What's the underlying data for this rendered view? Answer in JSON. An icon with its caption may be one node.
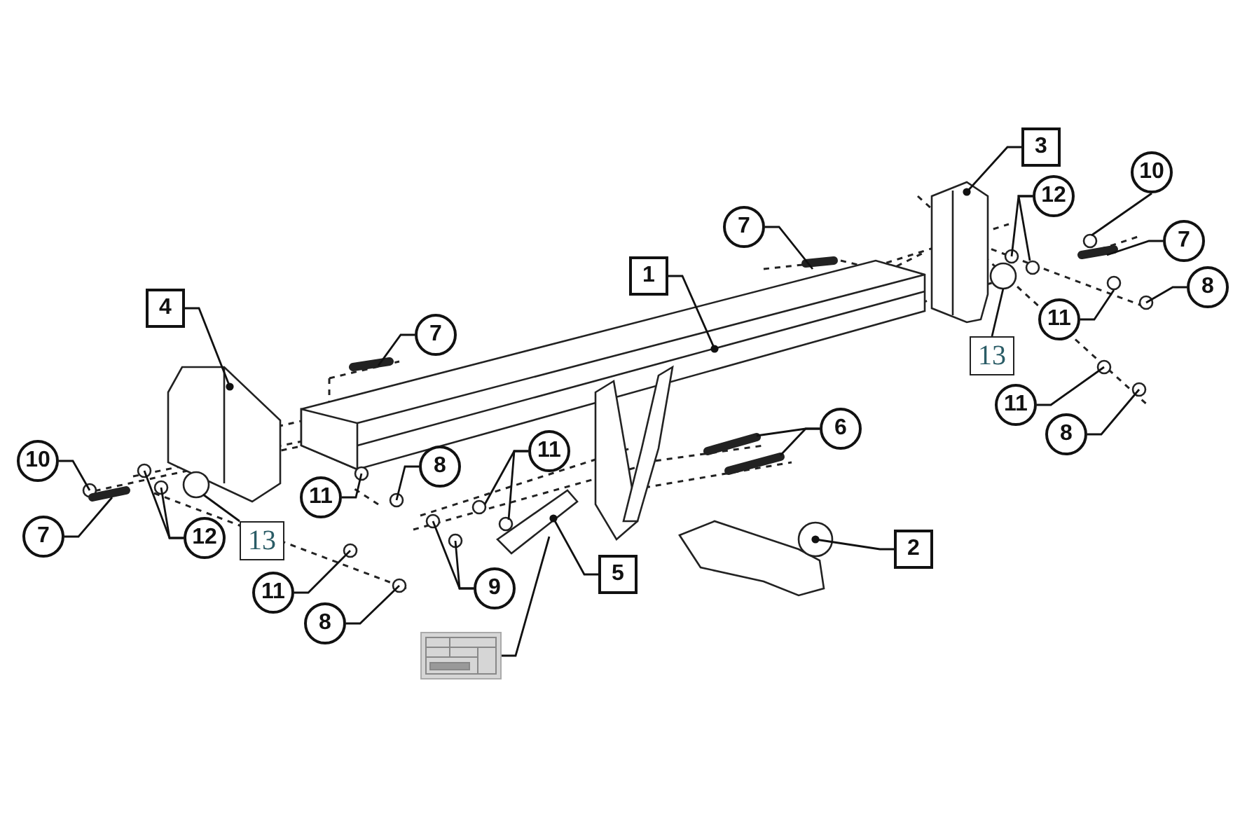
{
  "diagram": {
    "nodes": [
      {
        "text": [
          "3"
        ]
      },
      {
        "text": [
          "10"
        ]
      },
      {
        "text": [
          "12"
        ]
      },
      {
        "text": [
          "7"
        ]
      },
      {
        "text": [
          "7"
        ]
      },
      {
        "text": [
          "1"
        ]
      },
      {
        "text": [
          "8"
        ]
      },
      {
        "text": [
          "11"
        ]
      },
      {
        "text": [
          "4"
        ]
      },
      {
        "text": [
          "7"
        ]
      },
      {
        "text": [
          "13"
        ]
      },
      {
        "text": [
          "11"
        ]
      },
      {
        "text": [
          "6"
        ]
      },
      {
        "text": [
          "8"
        ]
      },
      {
        "text": [
          "11"
        ]
      },
      {
        "text": [
          "10"
        ]
      },
      {
        "text": [
          "8"
        ]
      },
      {
        "text": [
          "11"
        ]
      },
      {
        "text": [
          "7"
        ]
      },
      {
        "text": [
          "12"
        ]
      },
      {
        "text": [
          "13"
        ]
      },
      {
        "text": [
          "2"
        ]
      },
      {
        "text": [
          "5"
        ]
      },
      {
        "text": [
          "9"
        ]
      },
      {
        "text": [
          "11"
        ]
      },
      {
        "text": [
          "8"
        ]
      },
      {
        "text": [],
        "shape": "picture"
      }
    ],
    "edges": [
      {
        "from": 0,
        "to": null,
        "arrow": "other"
      },
      {
        "from": 1,
        "to": null,
        "arrow": "none"
      },
      {
        "from": 2,
        "to": null,
        "arrow": "none"
      },
      {
        "from": 2,
        "to": null,
        "arrow": "none"
      },
      {
        "from": 3,
        "to": null,
        "arrow": "none"
      },
      {
        "from": 4,
        "to": null,
        "arrow": "none"
      },
      {
        "from": 5,
        "to": null,
        "arrow": "other"
      },
      {
        "from": 6,
        "to": null,
        "arrow": "none"
      },
      {
        "from": 7,
        "to": null,
        "arrow": "none"
      },
      {
        "from": 8,
        "to": null,
        "arrow": "other"
      },
      {
        "from": 9,
        "to": null,
        "arrow": "none"
      },
      {
        "from": 10,
        "to": null,
        "arrow": "none"
      },
      {
        "from": 11,
        "to": null,
        "arrow": "none"
      },
      {
        "from": 12,
        "to": null,
        "arrow": "none"
      },
      {
        "from": 12,
        "to": null,
        "arrow": "none"
      },
      {
        "from": 13,
        "to": null,
        "arrow": "none"
      },
      {
        "from": 14,
        "to": null,
        "arrow": "none"
      },
      {
        "from": 14,
        "to": null,
        "arrow": "none"
      },
      {
        "from": 15,
        "to": null,
        "arrow": "none"
      },
      {
        "from": 16,
        "to": null,
        "arrow": "none"
      },
      {
        "from": 17,
        "to": null,
        "arrow": "none"
      },
      {
        "from": 18,
        "to": null,
        "arrow": "none"
      },
      {
        "from": 19,
        "to": null,
        "arrow": "none"
      },
      {
        "from": 19,
        "to": null,
        "arrow": "none"
      },
      {
        "from": 20,
        "to": null,
        "arrow": "none"
      },
      {
        "from": 21,
        "to": null,
        "arrow": "other"
      },
      {
        "from": 22,
        "to": null,
        "arrow": "other"
      },
      {
        "from": 23,
        "to": null,
        "arrow": "none"
      },
      {
        "from": 23,
        "to": null,
        "arrow": "none"
      },
      {
        "from": 24,
        "to": null,
        "arrow": "none"
      },
      {
        "from": 25,
        "to": null,
        "arrow": "none"
      },
      {
        "from": 26,
        "to": null,
        "arrow": "none"
      }
    ]
  }
}
